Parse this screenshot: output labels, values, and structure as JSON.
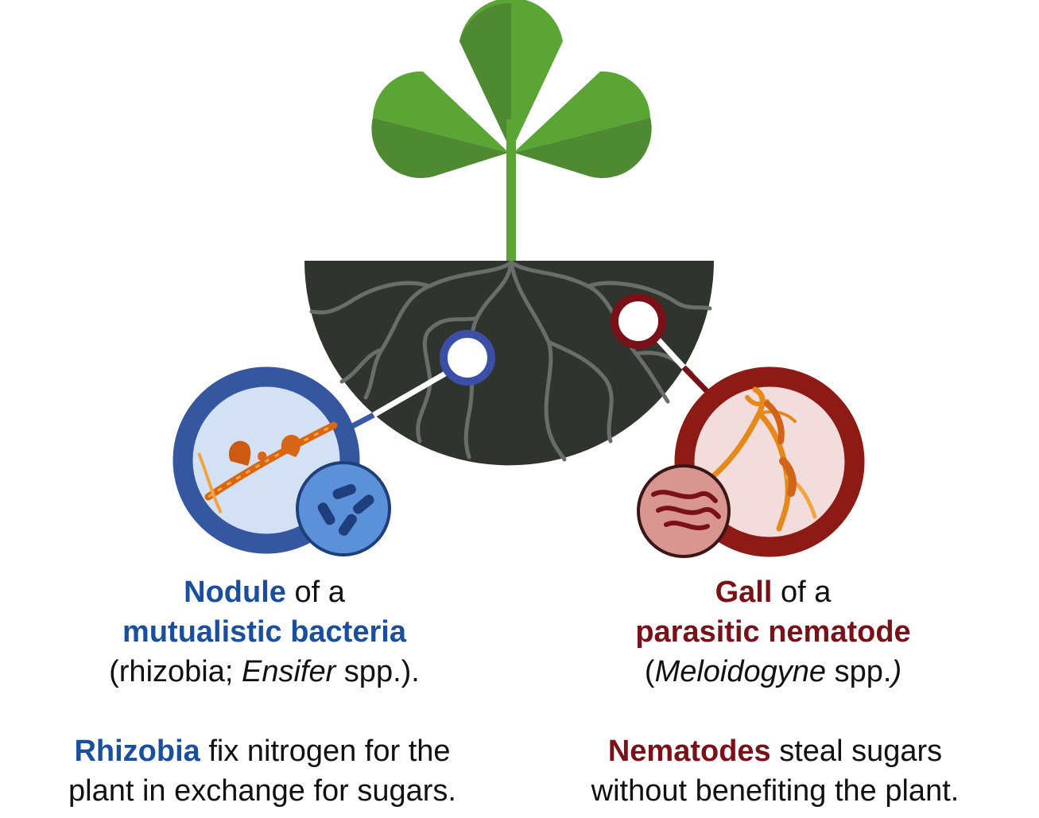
{
  "left": {
    "title_bold": "Nodule",
    "title_rest": " of a",
    "subtitle_bold": "mutualistic bacteria",
    "species_pre": "(rhizobia; ",
    "species_italic": "Ensifer",
    "species_post": " spp.).",
    "desc_bold": "Rhizobia",
    "desc_rest1": " fix nitrogen for the",
    "desc_line2": "plant in exchange for sugars."
  },
  "right": {
    "title_bold": "Gall",
    "title_rest": " of a",
    "subtitle_bold": "parasitic nematode",
    "species_pre": "(",
    "species_italic": "Meloidogyne",
    "species_post": " spp.",
    "species_close": ")",
    "desc_bold": "Nematodes",
    "desc_rest1": " steal sugars",
    "desc_line2": "without benefiting the plant."
  },
  "colors": {
    "mutualist_blue": "#1a4fa0",
    "parasite_red": "#7a1118",
    "leaf_green": "#5aa534",
    "soil": "#30342f"
  }
}
